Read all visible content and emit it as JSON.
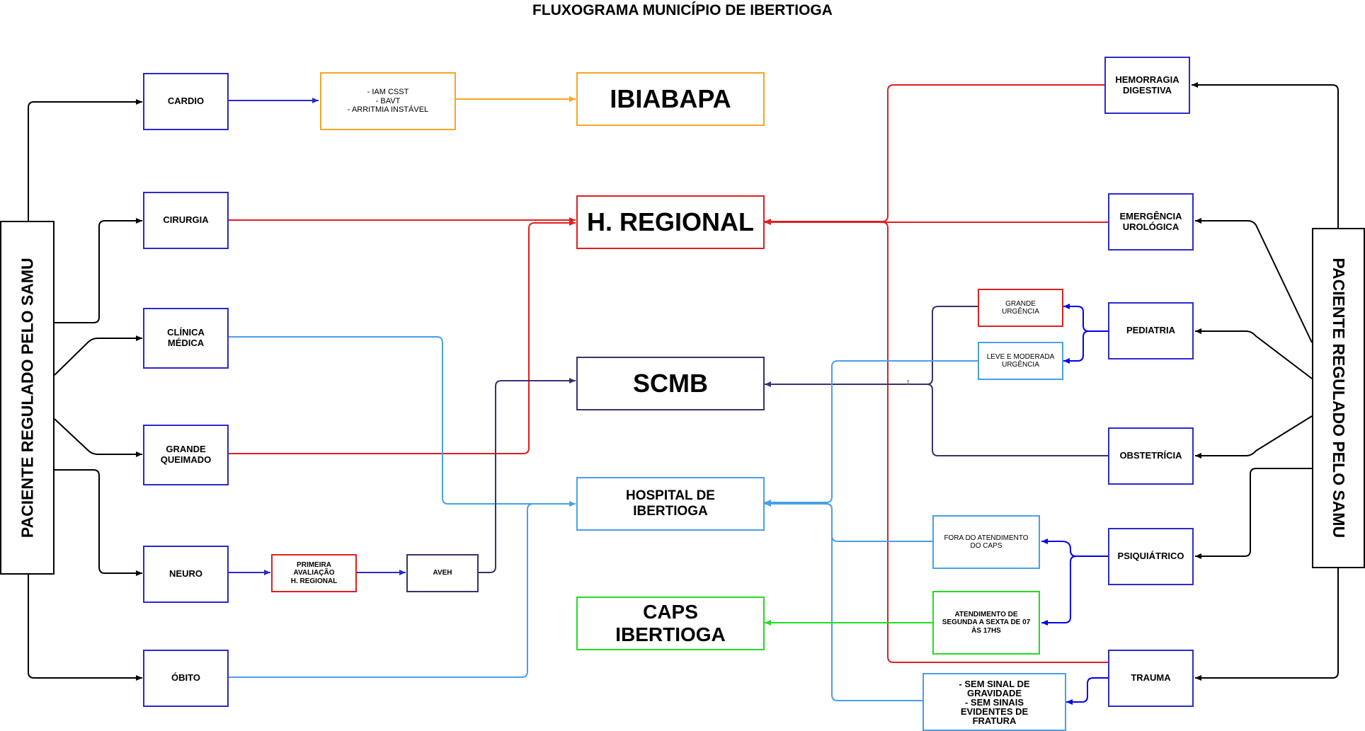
{
  "title": "FLUXOGRAMA MUNICÍPIO DE IBERTIOGA",
  "left_panel": "PACIENTE REGULADO PELO SAMU",
  "right_panel": "PACIENTE REGULADO PELO SAMU",
  "left_categories": {
    "cardio": "CARDIO",
    "cirurgia": "CIRURGIA",
    "clinica": "CLÍNICA\nMÉDICA",
    "queimado": "GRANDE\nQUEIMADO",
    "neuro": "NEURO",
    "obito": "ÓBITO"
  },
  "intermediates": {
    "cardio_criteria": "- IAM  CSST\n- BAVT\n- ARRITMIA  INSTÁVEL",
    "neuro_first": "PRIMEIRA\nAVALIAÇÃO\nH. REGIONAL",
    "aveh": "AVEH"
  },
  "destinations": {
    "ibiabapa": "IBIABAPA",
    "regional": "H. REGIONAL",
    "scmb": "SCMB",
    "hospital": "HOSPITAL  DE\nIBERTIOGA",
    "caps": "CAPS\nIBERTIOGA"
  },
  "right_categories": {
    "hemorragia": "HEMORRAGIA\nDIGESTIVA",
    "urologica": "EMERGÊNCIA\nUROLÓGICA",
    "pediatria": "PEDIATRIA",
    "obstetricia": "OBSTETRÍCIA",
    "psiquiatrico": "PSIQUIÁTRICO",
    "trauma": "TRAUMA"
  },
  "right_sub": {
    "grande_urgencia": "GRANDE\nURGÊNCIA",
    "leve_urgencia": "LEVE E MODERADA\nURGÊNCIA",
    "fora_caps": "FORA DO ATENDIMENTO\nDO CAPS",
    "atendimento_caps": "ATENDIMENTO DE\nSEGUNDA A SEXTA DE 07\nÀS 17HS",
    "sem_sinal": "- SEM SINAL DE\nGRAVIDADE\n- SEM SINAIS\nEVIDENTES DE\nFRATURA"
  },
  "tick_label": "1",
  "colors": {
    "blue": "#2a2acc",
    "orange": "#f5a623",
    "red": "#e02020",
    "dark": "#3d2f6e",
    "lightblue": "#4a9fe8",
    "green": "#22dd22",
    "black": "#000000"
  }
}
